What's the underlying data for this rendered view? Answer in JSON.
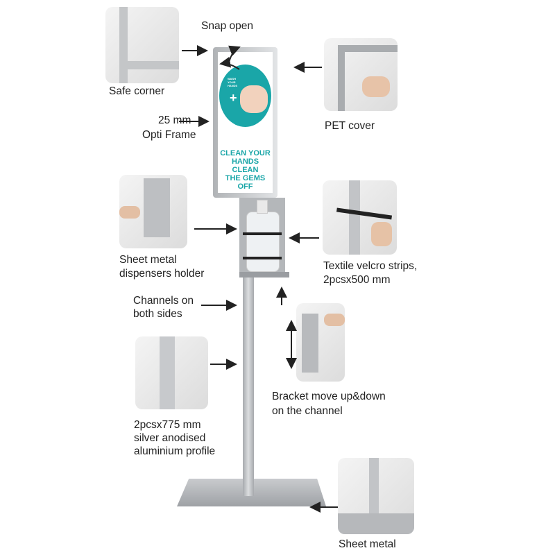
{
  "poster": {
    "lines": [
      "CLEAN YOUR",
      "HANDS CLEAN",
      "THE GEMS OFF"
    ],
    "badge": "WASH YOUR HANDS"
  },
  "labels": {
    "snap_open": "Snap open",
    "safe_corner": "Safe corner",
    "frame_size": "25 mm",
    "frame_name": "Opti Frame",
    "pet_cover": "PET cover",
    "holder_1": "Sheet metal",
    "holder_2": "dispensers holder",
    "velcro_1": "Textile velcro strips,",
    "velcro_2": "2pcsx500 mm",
    "channels_1": "Channels on",
    "channels_2": "both sides",
    "bracket_1": "Bracket move up&down",
    "bracket_2": "on the channel",
    "profile_1": "2pcsx775 mm",
    "profile_2": "silver anodised",
    "profile_3": "aluminium profile",
    "base": "Sheet metal"
  },
  "colors": {
    "accent": "#1aa6a8",
    "metal": "#b9bcc0"
  }
}
